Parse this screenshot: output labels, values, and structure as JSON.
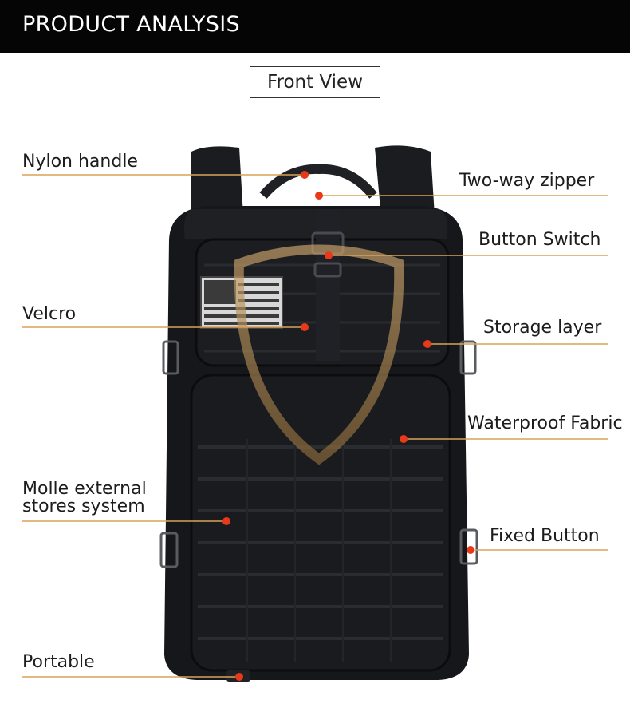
{
  "header": {
    "title": "PRODUCT ANALYSIS"
  },
  "view": {
    "title": "Front View"
  },
  "colors": {
    "header_bg": "#050505",
    "callout_line": "#d9a25a",
    "callout_dot": "#e8391b",
    "bag": "#16171a"
  },
  "callouts": {
    "nylon_handle": "Nylon handle",
    "two_way_zipper": "Two-way zipper",
    "button_switch": "Button Switch",
    "velcro": "Velcro",
    "storage_layer": "Storage layer",
    "waterproof_fabric": "Waterproof Fabric",
    "molle": "Molle external stores system",
    "fixed_button": "Fixed Button",
    "portable": "Portable"
  }
}
